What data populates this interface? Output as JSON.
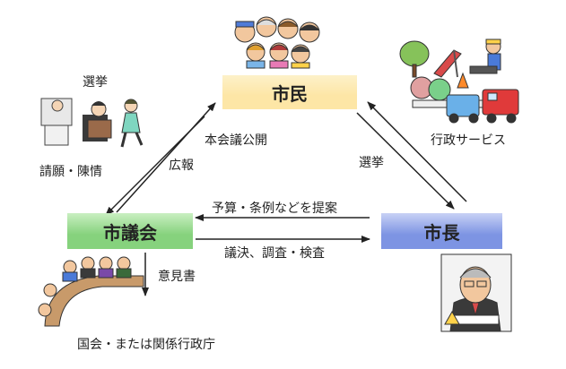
{
  "nodes": {
    "citizens": {
      "label": "市民",
      "color": "#fde6a6",
      "color2": "#fdf1c9"
    },
    "council": {
      "label": "市議会",
      "color": "#86d27d",
      "color2": "#c9efc1"
    },
    "mayor": {
      "label": "市長",
      "color": "#7d94e3",
      "color2": "#c8d1f5"
    }
  },
  "labels": {
    "election_left": "選挙",
    "petition": "請願・陳情",
    "public_session": "本会議公開",
    "public_relations": "広報",
    "election_right": "選挙",
    "admin_services": "行政サービス",
    "proposal": "予算・条例などを提案",
    "resolution": "議決、調査・検査",
    "opinion": "意見書",
    "national": "国会・または関係行政庁"
  },
  "illustrations": [
    {
      "name": "voting-people-illustration"
    },
    {
      "name": "citizens-group-illustration"
    },
    {
      "name": "city-services-illustration"
    },
    {
      "name": "council-meeting-illustration"
    },
    {
      "name": "mayor-illustration"
    }
  ]
}
